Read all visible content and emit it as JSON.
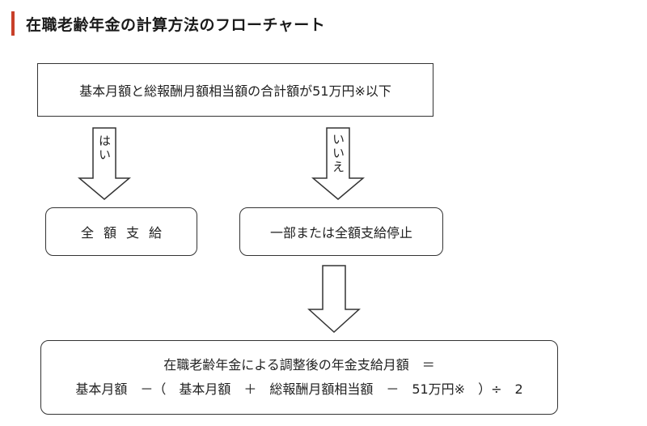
{
  "heading": {
    "title": "在職老齢年金の計算方法のフローチャート",
    "accent_color": "#c8402a"
  },
  "flowchart": {
    "condition": "基本月額と総報酬月額相当額の合計額が51万円※以下",
    "yes_label": "はい",
    "no_label": "いいえ",
    "yes_result": "全額支給",
    "no_result": "一部または全額支給停止",
    "formula": {
      "line1": "在職老齢年金による調整後の年金支給月額　＝",
      "line2": "基本月額　－（　基本月額　＋　総報酬月額相当額　－　51万円※　）÷　2"
    }
  }
}
